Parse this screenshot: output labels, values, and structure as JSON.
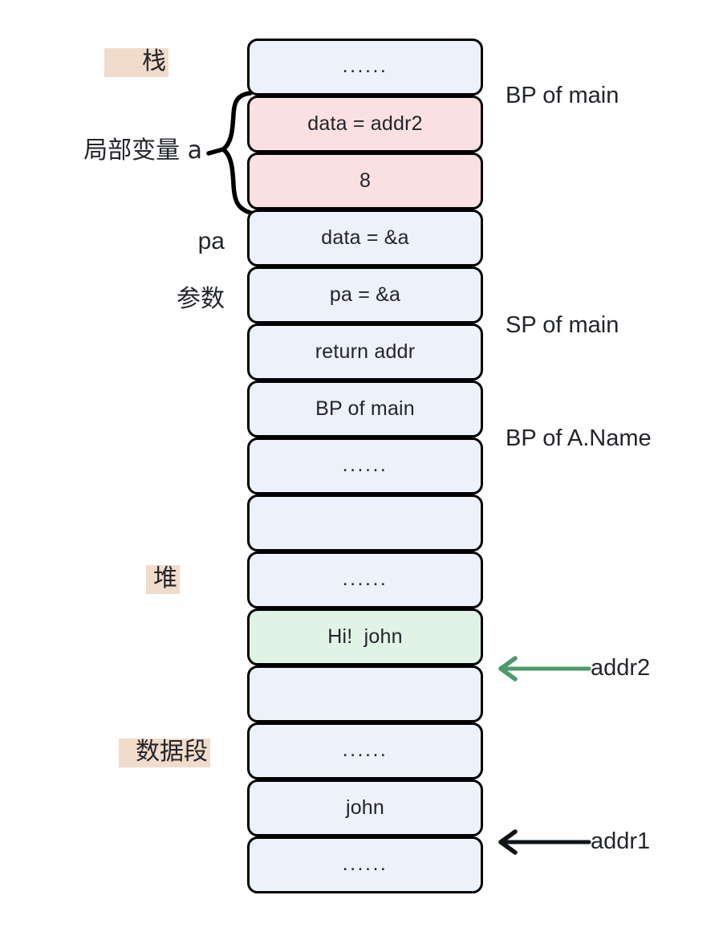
{
  "diagram": {
    "title": "C program memory layout: stack, heap and data segment",
    "colors": {
      "cell_blue": "#edf1fb",
      "cell_pink": "#fbe0e1",
      "cell_green": "#e1f3e5",
      "highlight_tan": "#f1dccb",
      "stroke_black": "#000000",
      "arrow_green": "#4c9a6a",
      "arrow_black": "#111419",
      "text": "#22252a"
    },
    "memory_cells": [
      {
        "text": "......",
        "fill": "blue",
        "kind": "ellipsis"
      },
      {
        "text": "data = addr2",
        "fill": "pink",
        "kind": "value"
      },
      {
        "text": "8",
        "fill": "pink",
        "kind": "value"
      },
      {
        "text": "data = &a",
        "fill": "blue",
        "kind": "value"
      },
      {
        "text": "pa = &a",
        "fill": "blue",
        "kind": "value"
      },
      {
        "text": "return addr",
        "fill": "blue",
        "kind": "value"
      },
      {
        "text": "BP of main",
        "fill": "blue",
        "kind": "value"
      },
      {
        "text": "......",
        "fill": "blue",
        "kind": "ellipsis"
      },
      {
        "text": "",
        "fill": "blue",
        "kind": "empty"
      },
      {
        "text": "......",
        "fill": "blue",
        "kind": "ellipsis"
      },
      {
        "text": "Hi!  john",
        "fill": "green",
        "kind": "value"
      },
      {
        "text": "",
        "fill": "blue",
        "kind": "empty"
      },
      {
        "text": "......",
        "fill": "blue",
        "kind": "ellipsis"
      },
      {
        "text": "john",
        "fill": "blue",
        "kind": "value"
      },
      {
        "text": "......",
        "fill": "blue",
        "kind": "ellipsis"
      }
    ],
    "left_labels": [
      {
        "text": "栈",
        "highlighted": true,
        "name": "region-label-stack"
      },
      {
        "text": "局部变量 a",
        "highlighted": false,
        "name": "label-local-variable-a"
      },
      {
        "text": "pa",
        "highlighted": false,
        "name": "label-pa"
      },
      {
        "text": "参数",
        "highlighted": false,
        "name": "label-parameters"
      },
      {
        "text": "堆",
        "highlighted": true,
        "name": "region-label-heap"
      },
      {
        "text": "数据段",
        "highlighted": true,
        "name": "region-label-data-segment"
      }
    ],
    "right_labels": [
      {
        "text": "BP of main",
        "name": "marker-bp-of-main"
      },
      {
        "text": "SP of main",
        "name": "marker-sp-of-main"
      },
      {
        "text": "BP of A.Name",
        "name": "marker-bp-of-a-name"
      }
    ],
    "arrows": [
      {
        "label": "addr2",
        "color": "#4c9a6a",
        "name": "pointer-arrow-addr2"
      },
      {
        "label": "addr1",
        "color": "#111419",
        "name": "pointer-arrow-addr1"
      }
    ]
  }
}
